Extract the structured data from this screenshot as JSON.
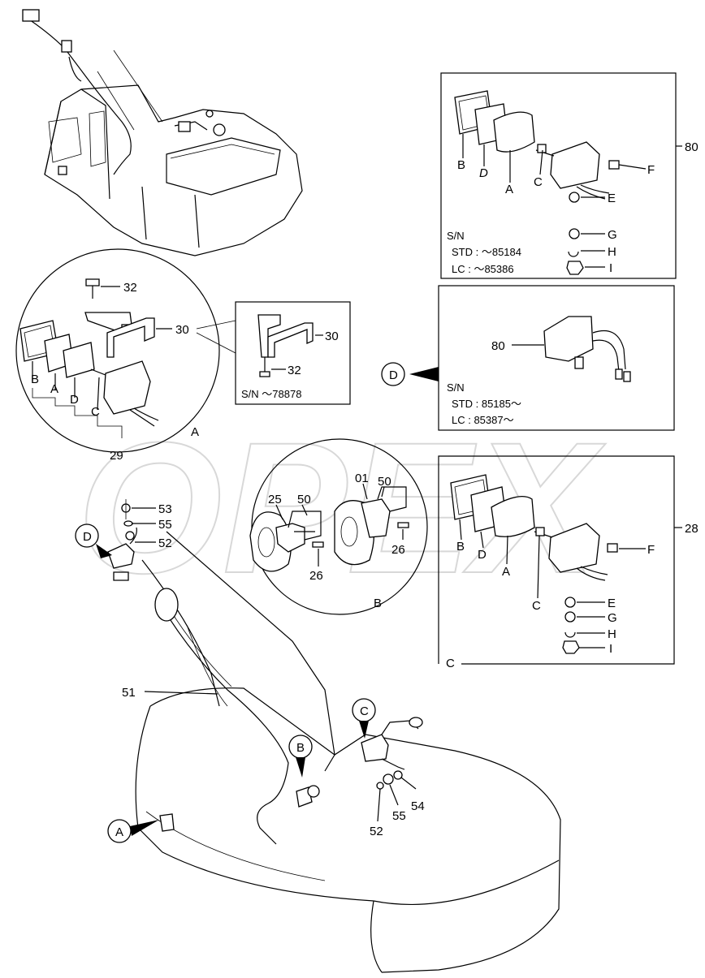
{
  "watermark": "OPEX",
  "part_labels": {
    "p80": "80",
    "p28": "28",
    "p30": "30",
    "p32": "32",
    "p29": "29",
    "p25": "25",
    "p50": "50",
    "p01": "01",
    "p26": "26",
    "p53": "53",
    "p55": "55",
    "p52": "52",
    "p51": "51",
    "p54": "54"
  },
  "letters": {
    "A": "A",
    "B": "B",
    "C": "C",
    "D": "D",
    "E": "E",
    "F": "F",
    "G": "G",
    "H": "H",
    "I": "I"
  },
  "box_80": {
    "sn": "S/N",
    "std": "STD : ～85184",
    "lc": "LC   : ～85386"
  },
  "box_D": {
    "sn": "S/N",
    "std": "STD : 85185～",
    "lc": "LC   : 85387～"
  },
  "box_30": {
    "sn": "S/N ～78878"
  }
}
